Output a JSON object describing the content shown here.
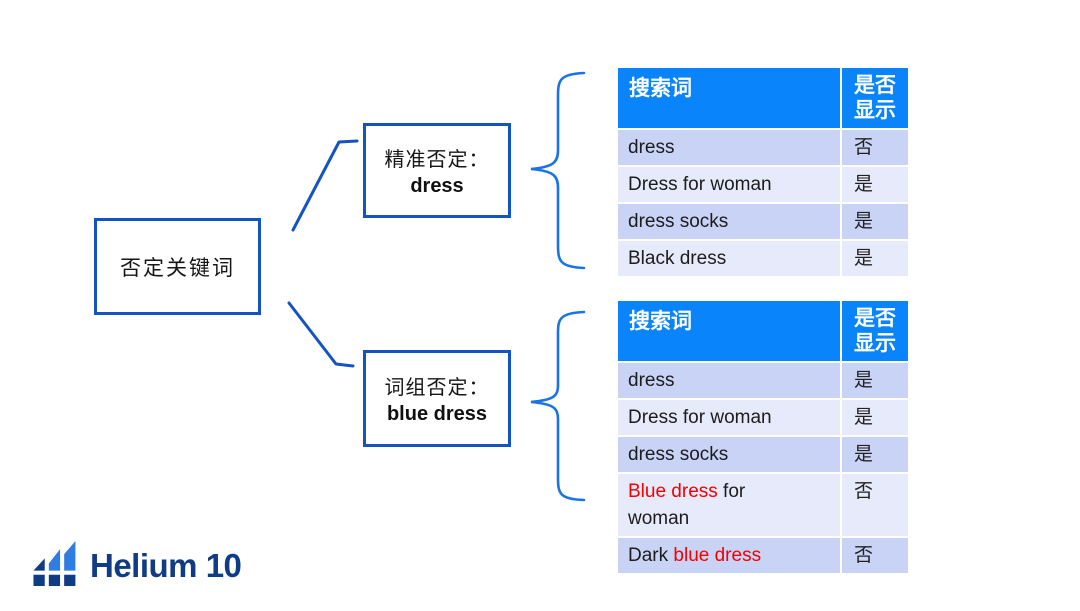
{
  "colors": {
    "box_border": "#1353c2",
    "connector_line": "#1353c2",
    "brace": "#1a73e8",
    "table_header_bg": "#0984fb",
    "row_dark_bg": "#c9d3f6",
    "row_light_bg": "#e7eafb",
    "negated_text_red": "#f40000",
    "logo_navy": "#0f3c85",
    "logo_blue": "#2e7de2"
  },
  "root_box": {
    "label": "否定关键词"
  },
  "branch_boxes": [
    {
      "line1": "精准否定：",
      "line2": "dress"
    },
    {
      "line1": "词组否定：",
      "line2": "blue dress"
    }
  ],
  "tables": [
    {
      "headers": {
        "term": "搜索词",
        "shown": "是否显示"
      },
      "rows": [
        {
          "term_parts": [
            {
              "text": "dress",
              "red": false
            }
          ],
          "shown": "否"
        },
        {
          "term_parts": [
            {
              "text": "Dress for woman",
              "red": false
            }
          ],
          "shown": "是"
        },
        {
          "term_parts": [
            {
              "text": "dress socks",
              "red": false
            }
          ],
          "shown": "是"
        },
        {
          "term_parts": [
            {
              "text": "Black dress",
              "red": false
            }
          ],
          "shown": "是"
        }
      ]
    },
    {
      "headers": {
        "term": "搜索词",
        "shown": "是否显示"
      },
      "rows": [
        {
          "term_parts": [
            {
              "text": "dress",
              "red": false
            }
          ],
          "shown": "是"
        },
        {
          "term_parts": [
            {
              "text": "Dress for woman",
              "red": false
            }
          ],
          "shown": "是"
        },
        {
          "term_parts": [
            {
              "text": "dress socks",
              "red": false
            }
          ],
          "shown": "是"
        },
        {
          "term_parts": [
            {
              "text": "Blue dress",
              "red": true
            },
            {
              "text": " for woman",
              "red": false
            }
          ],
          "shown": "否",
          "tall": true
        },
        {
          "term_parts": [
            {
              "text": "Dark ",
              "red": false
            },
            {
              "text": "blue dress",
              "red": true
            }
          ],
          "shown": "否"
        }
      ]
    }
  ],
  "logo": {
    "text": "Helium 10",
    "icon": "helium10-bars-icon"
  }
}
